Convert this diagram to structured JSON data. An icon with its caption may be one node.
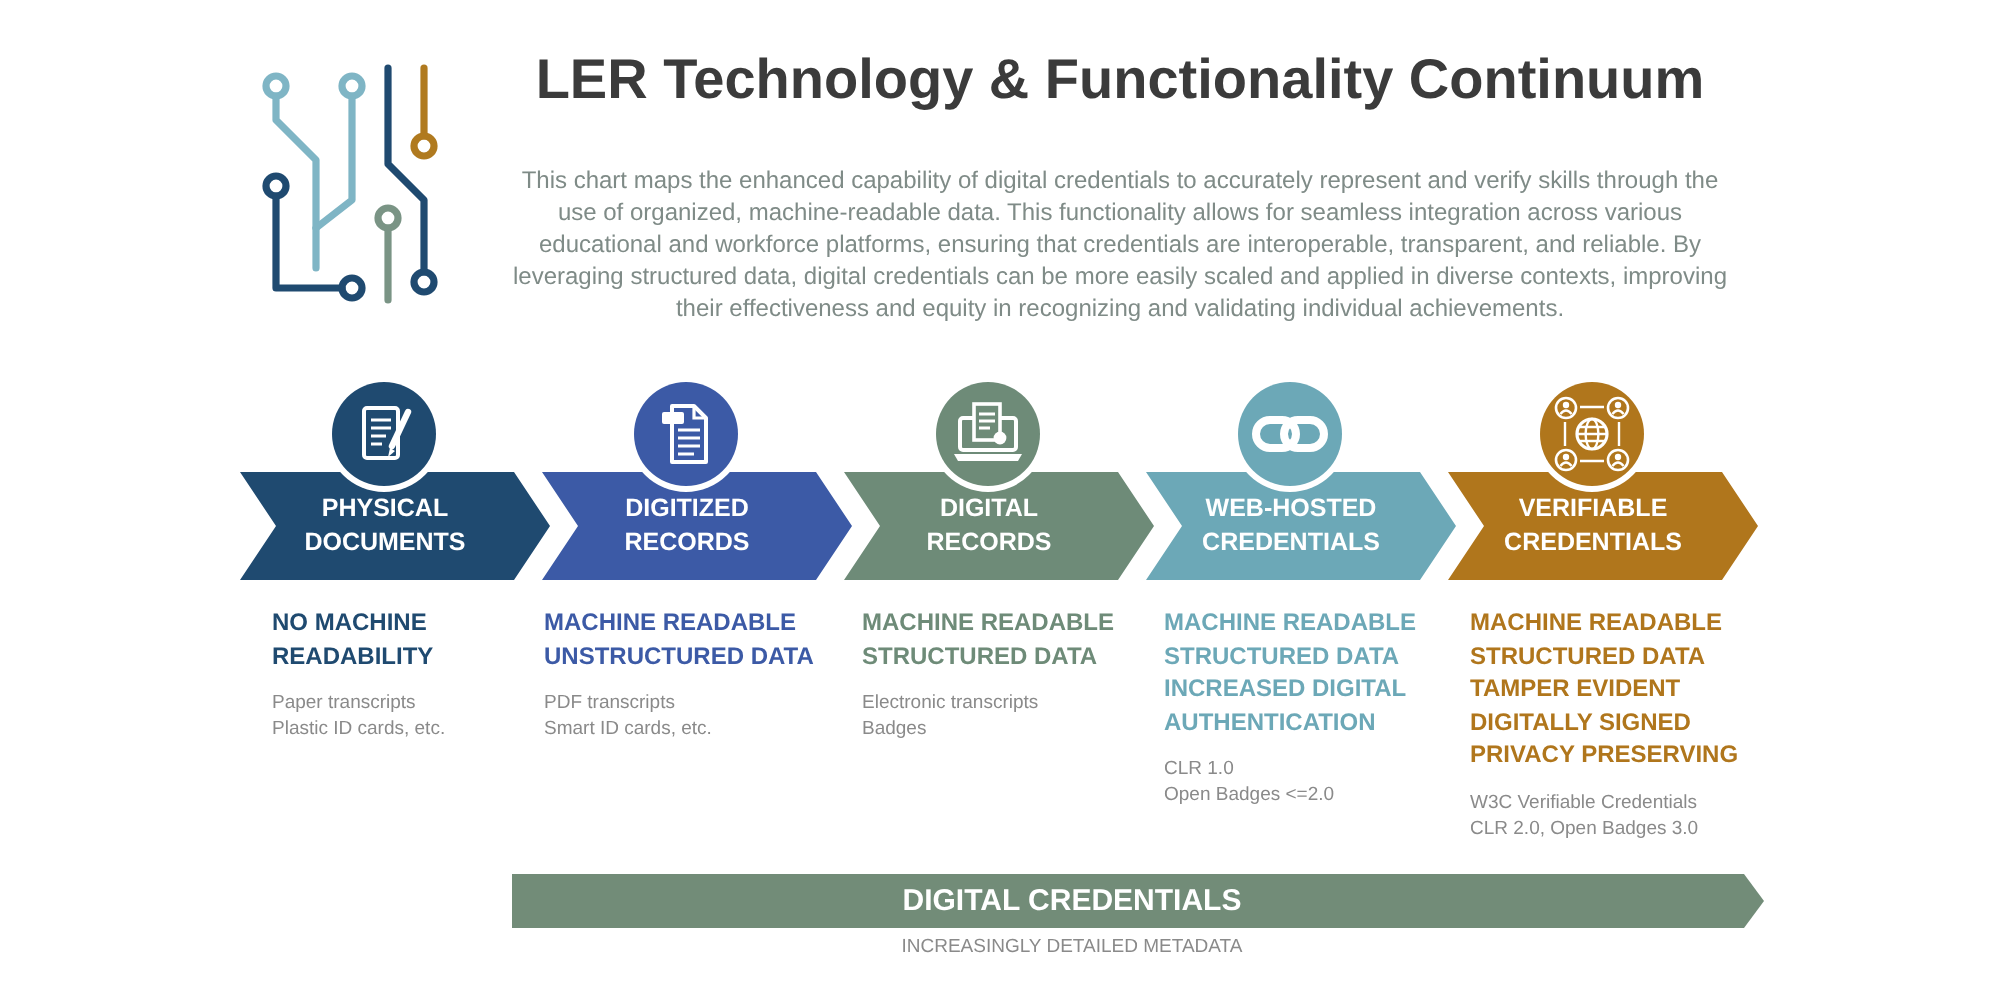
{
  "diagram": {
    "title": "LER Technology & Functionality Continuum",
    "nodes": [
      {
        "text": [
          "PHYSICAL DOCUMENTS"
        ],
        "beside": [
          "NO MACHINE READABILITY",
          "Paper transcripts",
          "Plastic ID cards, etc."
        ]
      },
      {
        "text": [
          "DIGITIZED RECORDS"
        ],
        "beside": [
          "MACHINE READABLE UNSTRUCTURED DATA",
          "PDF transcripts",
          "Smart ID cards, etc."
        ]
      },
      {
        "text": [
          "DIGITAL RECORDS"
        ],
        "beside": [
          "MACHINE READABLE STRUCTURED DATA",
          "Electronic transcripts",
          "Badges"
        ]
      },
      {
        "text": [
          "WEB-HOSTED CREDENTIALS"
        ],
        "beside": [
          "MACHINE READABLE STRUCTURED DATA INCREASED DIGITAL AUTHENTICATION",
          "CLR 1.0",
          "Open Badges <=2.0"
        ]
      },
      {
        "text": [
          "VERIFIABLE CREDENTIALS"
        ],
        "beside": [
          "MACHINE READABLE STRUCTURED DATA TAMPER EVIDENT DIGITALLY SIGNED PRIVACY PRESERVING",
          "W3C Verifiable Credentials",
          "CLR 2.0, Open Badges 3.0"
        ]
      },
      {
        "text": [
          "DIGITAL CREDENTIALS"
        ],
        "beside": [
          "INCREASINGLY DETAILED METADATA"
        ]
      }
    ],
    "labels": [
      "This chart maps the enhanced capability of digital credentials to accurately represent and verify skills through the use of organized, machine-readable data. This functionality allows for seamless integration across various educational and workforce platforms, ensuring that credentials are interoperable, transparent, and reliable. By leveraging structured data, digital credentials can be more easily scaled and applied in diverse contexts, improving their effectiveness and equity in recognizing and validating individual achievements."
    ]
  }
}
